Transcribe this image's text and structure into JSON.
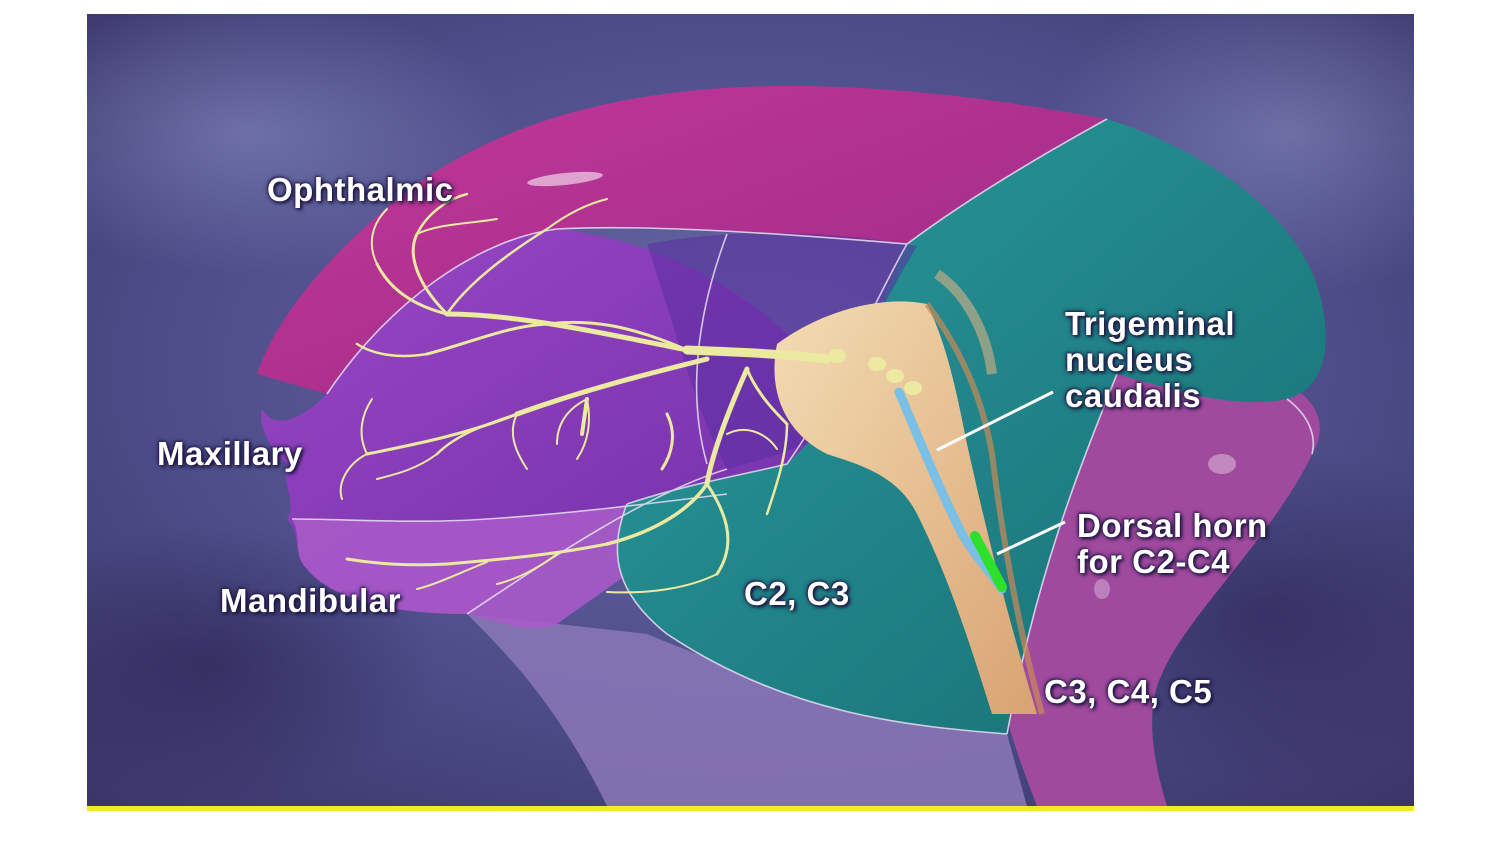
{
  "diagram": {
    "labels": {
      "ophthalmic": "Ophthalmic",
      "maxillary": "Maxillary",
      "mandibular": "Mandibular",
      "trigeminal_line1": "Trigeminal",
      "trigeminal_line2": "nucleus",
      "trigeminal_line3": "caudalis",
      "dorsal_line1": "Dorsal horn",
      "dorsal_line2": "for C2-C4",
      "c2c3": "C2, C3",
      "c3c4c5": "C3, C4, C5"
    },
    "colors": {
      "background": "#4a4b86",
      "ophthalmic_region": "#b5318f",
      "maxillary_region": "#8f3fb9",
      "mandibular_region": "#a24dc6",
      "c2c3_region": "#1e8a8a",
      "c3c5_region": "#a0479e",
      "nerve": "#ece9a0",
      "brainstem": "#e9c79a",
      "nucleus": "#79bfe6",
      "dorsal_horn": "#2ce02c",
      "bottom_rule": "#f0ea2a"
    }
  }
}
